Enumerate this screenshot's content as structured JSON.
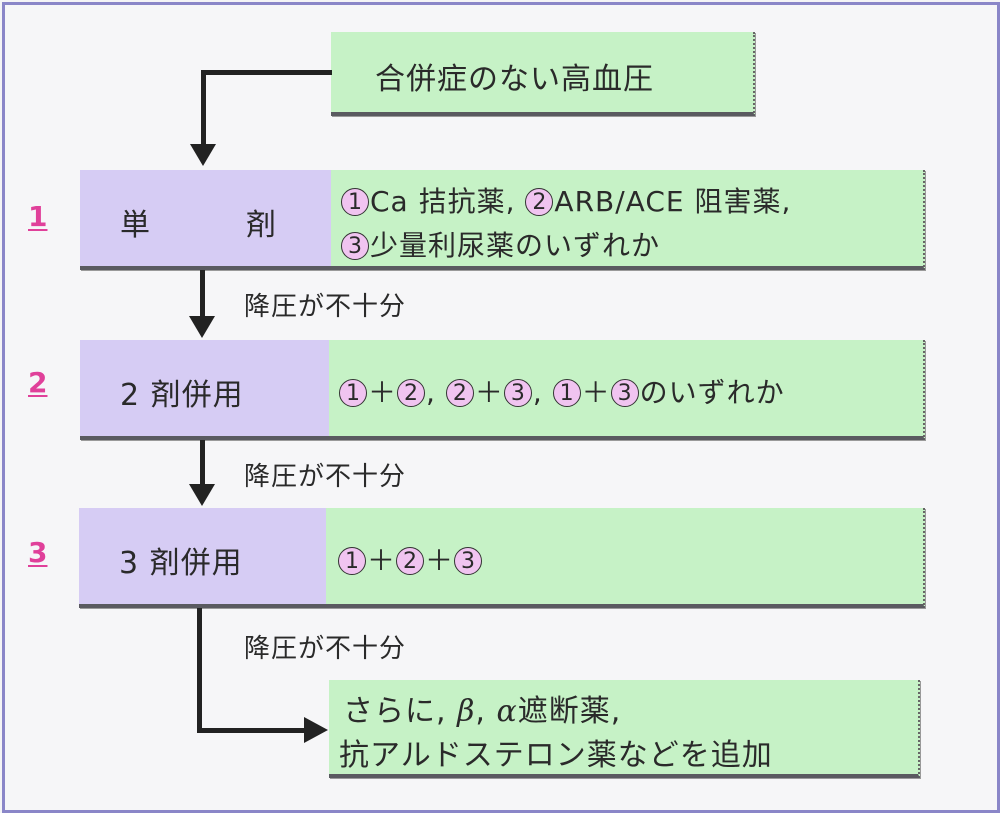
{
  "start": {
    "label": "合併症のない高血圧"
  },
  "steps": [
    {
      "number": "1",
      "name_left": "単",
      "name_right": "剤",
      "options_line1": [
        {
          "circle": "1",
          "text": "Ca 拮抗薬, "
        },
        {
          "circle": "2",
          "text": "ARB/ACE 阻害薬,"
        }
      ],
      "options_line2": [
        {
          "circle": "3",
          "text": "少量利尿薬のいずれか"
        }
      ]
    },
    {
      "number": "2",
      "name": "2 剤併用",
      "combo": [
        {
          "circle": "1",
          "text": "＋"
        },
        {
          "circle": "2",
          "text": ", "
        },
        {
          "circle": "2",
          "text": "＋"
        },
        {
          "circle": "3",
          "text": ", "
        },
        {
          "circle": "1",
          "text": "＋"
        },
        {
          "circle": "3",
          "text": "のいずれか"
        }
      ]
    },
    {
      "number": "3",
      "name": "3 剤併用",
      "combo": [
        {
          "circle": "1",
          "text": "＋"
        },
        {
          "circle": "2",
          "text": "＋"
        },
        {
          "circle": "3",
          "text": ""
        }
      ]
    }
  ],
  "transition_label": "降圧が不十分",
  "final": {
    "line1_prefix": "さらに, ",
    "beta": "β",
    "sep": ", ",
    "alpha": "α",
    "line1_suffix": "遮断薬,",
    "line2": "抗アルドステロン薬などを追加"
  },
  "colors": {
    "drug_box": "#c6f2c6",
    "step_box": "#d6ccf4",
    "number_circle": "#f0c4f0",
    "step_number": "#e0409a",
    "frame": "#8a86c8"
  }
}
